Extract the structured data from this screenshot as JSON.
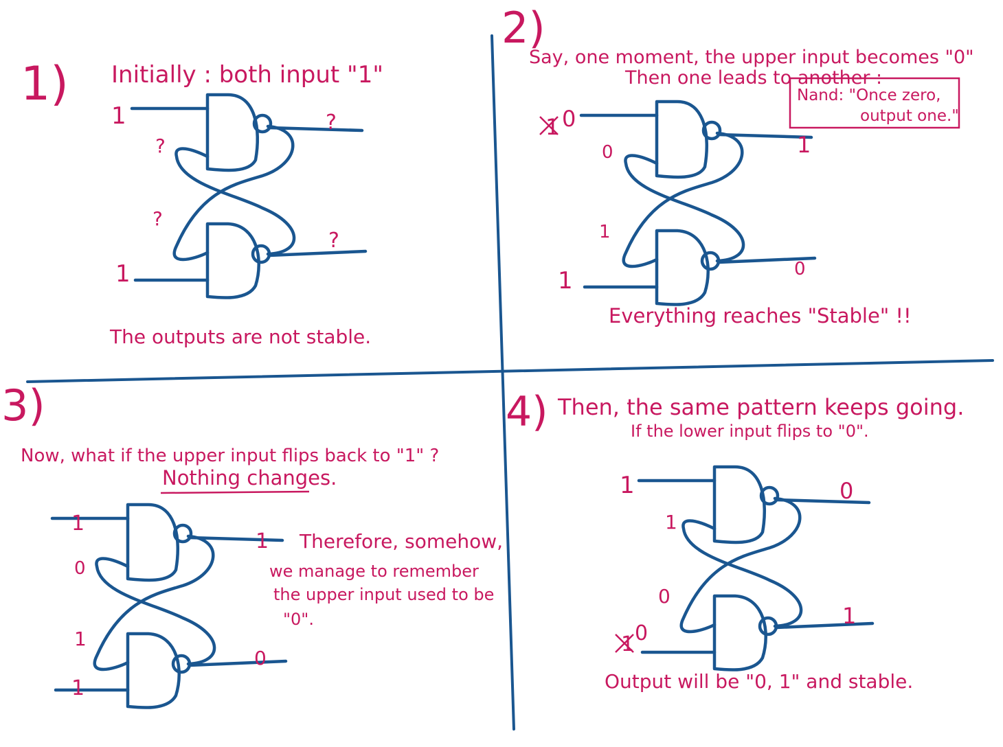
{
  "colors": {
    "ink": "#1a5690",
    "annotation": "#c8185f",
    "background": "#ffffff"
  },
  "panels": [
    {
      "number": "1)",
      "title": "Initially : both input \"1\"",
      "caption": "The outputs are not stable.",
      "gate_labels": {
        "upper_input": "1",
        "lower_input": "1",
        "upper_output": "?",
        "lower_output": "?",
        "upper_feedback": "?",
        "lower_feedback": "?"
      }
    },
    {
      "number": "2)",
      "title_line1": "Say, one moment, the upper input becomes \"0\"",
      "title_line2": "Then one leads to another :",
      "note_line1": "Nand: \"Once zero,",
      "note_line2": "output one.\"",
      "caption": "Everything reaches \"Stable\" !!",
      "gate_labels": {
        "upper_input_old": "1",
        "upper_input": "0",
        "lower_input": "1",
        "upper_output": "1",
        "lower_output": "0",
        "upper_feedback": "0",
        "lower_feedback": "1"
      }
    },
    {
      "number": "3)",
      "title": "Now, what if the upper input flips back to \"1\" ?",
      "subtitle": "Nothing changes.",
      "note_line1": "Therefore, somehow,",
      "note_line2": "we manage to remember",
      "note_line3": "the upper input used to be",
      "note_line4": "\"0\".",
      "gate_labels": {
        "upper_input": "1",
        "lower_input": "1",
        "upper_output": "1",
        "lower_output": "0",
        "upper_feedback": "0",
        "lower_feedback": "1"
      }
    },
    {
      "number": "4)",
      "title": "Then, the same pattern keeps going.",
      "subtitle": "If the lower input flips to \"0\".",
      "caption": "Output will be \"0, 1\" and stable.",
      "gate_labels": {
        "upper_input": "1",
        "lower_input_old": "1",
        "lower_input": "0",
        "upper_output": "0",
        "lower_output": "1",
        "upper_feedback": "1",
        "lower_feedback": "0"
      }
    }
  ]
}
